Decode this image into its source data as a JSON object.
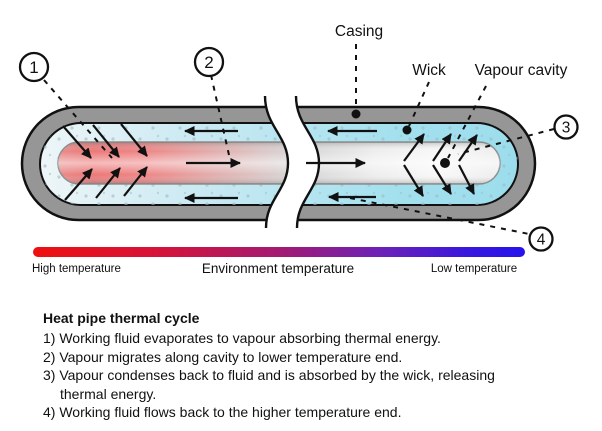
{
  "figure": {
    "part_labels": {
      "casing": "Casing",
      "wick": "Wick",
      "vapour_cavity": "Vapour cavity"
    },
    "callouts": {
      "one": "1",
      "two": "2",
      "three": "3",
      "four": "4"
    },
    "temperature_scale": {
      "high": "High temperature",
      "environment": "Environment temperature",
      "low": "Low temperature",
      "gradient_start_color": "#ee1010",
      "gradient_mid_color": "#a31a72",
      "gradient_end_color": "#2513ec"
    },
    "colors": {
      "casing": "#969696",
      "wick": "#9cdded",
      "hot_fluid": "#ee8484",
      "cold_vapour": "#f5f5f5"
    }
  },
  "legend": {
    "title": "Heat pipe thermal cycle",
    "items": [
      "1) Working fluid evaporates to vapour absorbing thermal energy.",
      "2) Vapour migrates along cavity to lower temperature end.",
      "3) Vapour condenses back to fluid and is absorbed by the wick, releasing thermal energy.",
      "4) Working fluid flows back to the higher temperature end."
    ]
  }
}
